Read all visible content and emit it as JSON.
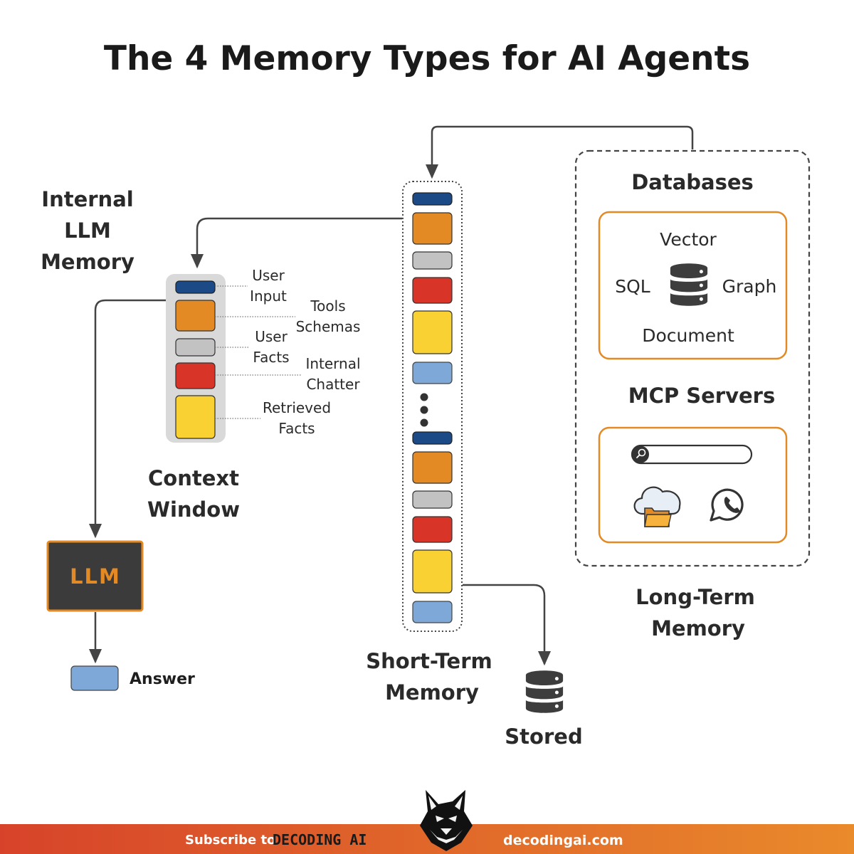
{
  "title": "The 4 Memory Types for AI Agents",
  "internal_memory": {
    "line1": "Internal",
    "line2": "LLM",
    "line3": "Memory"
  },
  "context_window": {
    "title_line1": "Context",
    "title_line2": "Window",
    "items": [
      {
        "line1": "User",
        "line2": "Input",
        "color": "#1b4a86"
      },
      {
        "line1": "Tools",
        "line2": "Schemas",
        "color": "#e38a25"
      },
      {
        "line1": "User",
        "line2": "Facts",
        "color": "#c2c2c2"
      },
      {
        "line1": "Internal",
        "line2": "Chatter",
        "color": "#d93428"
      },
      {
        "line1": "Retrieved",
        "line2": "Facts",
        "color": "#f9d132"
      }
    ]
  },
  "llm": {
    "label": "LLM",
    "fill": "#3b3b3b",
    "border": "#e38a25"
  },
  "answer": {
    "label": "Answer",
    "color": "#7ea8d8"
  },
  "short_term": {
    "line1": "Short-Term",
    "line2": "Memory"
  },
  "stored": {
    "label": "Stored"
  },
  "long_term": {
    "line1": "Long-Term",
    "line2": "Memory",
    "databases": {
      "title": "Databases",
      "vector": "Vector",
      "sql": "SQL",
      "graph": "Graph",
      "document": "Document"
    },
    "mcp": {
      "title": "MCP Servers"
    }
  },
  "footer": {
    "subscribe": "Subscribe to",
    "brand": "DECODING AI",
    "url": "decodingai.com"
  },
  "colors": {
    "blue_dark": "#1b4a86",
    "orange": "#e38a25",
    "gray": "#c2c2c2",
    "red": "#d93428",
    "yellow": "#f9d132",
    "blue_light": "#7ea8d8",
    "footer_left": "#d7432a",
    "footer_right": "#e98a2b"
  }
}
